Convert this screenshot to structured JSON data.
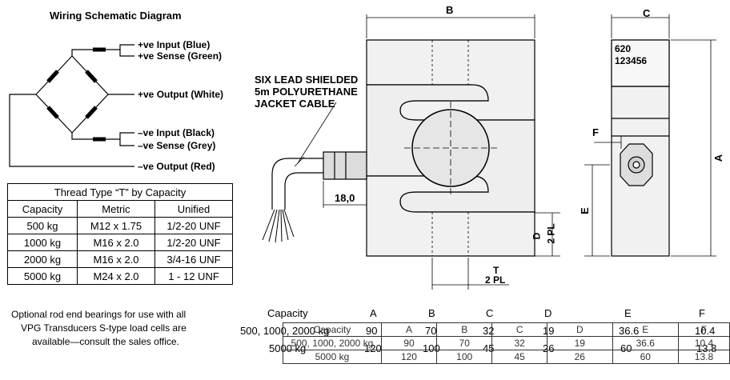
{
  "wiring": {
    "title": "Wiring Schematic Diagram",
    "pos_input": "+ve Input (Blue)",
    "pos_sense": "+ve Sense (Green)",
    "pos_output": "+ve Output (White)",
    "neg_input": "–ve Input (Black)",
    "neg_sense": "–ve Sense (Grey)",
    "neg_output": "–ve Output (Red)"
  },
  "thread_table": {
    "title": "Thread Type “T” by Capacity",
    "headers": [
      "Capacity",
      "Metric",
      "Unified"
    ],
    "rows": [
      [
        "500 kg",
        "M12 x 1.75",
        "1/2-20 UNF"
      ],
      [
        "1000 kg",
        "M16 x 2.0",
        "1/2-20 UNF"
      ],
      [
        "2000 kg",
        "M16 x 2.0",
        "3/4-16 UNF"
      ],
      [
        "5000 kg",
        "M24 x 2.0",
        "1 - 12 UNF"
      ]
    ]
  },
  "note": {
    "line1": "Optional rod end bearings for use with all",
    "line2": "VPG Transducers S-type load cells are",
    "line3": "available—consult the sales office."
  },
  "drawing": {
    "cable_label_1": "SIX LEAD SHIELDED",
    "cable_label_2": "5m POLYURETHANE",
    "cable_label_3": "JACKET CABLE",
    "dim_b": "B",
    "dim_c": "C",
    "dim_a": "A",
    "dim_e": "E",
    "dim_f": "F",
    "dim_18": "18,0",
    "dim_d": "D",
    "dim_d_pl": "2 PL",
    "dim_t": "T",
    "dim_t_pl": "2 PL",
    "label_code": "620",
    "label_serial": "123456"
  },
  "dimension_table": {
    "headers": [
      "Capacity",
      "A",
      "B",
      "C",
      "D",
      "E",
      "F"
    ],
    "rows": [
      [
        "500, 1000, 2000 kg",
        "90",
        "70",
        "32",
        "19",
        "36.6",
        "10.4"
      ],
      [
        "5000 kg",
        "120",
        "100",
        "45",
        "26",
        "60",
        "13.8"
      ]
    ],
    "ghost_headers": [
      "Capacity",
      "A",
      "B",
      "C",
      "D",
      "E",
      "F"
    ],
    "ghost_rows": [
      [
        "500, 1000, 2000 kg",
        "90",
        "70",
        "32",
        "19",
        "36.6",
        "10.4"
      ],
      [
        "5000 kg",
        "120",
        "100",
        "45",
        "26",
        "60",
        "13.8"
      ]
    ]
  }
}
